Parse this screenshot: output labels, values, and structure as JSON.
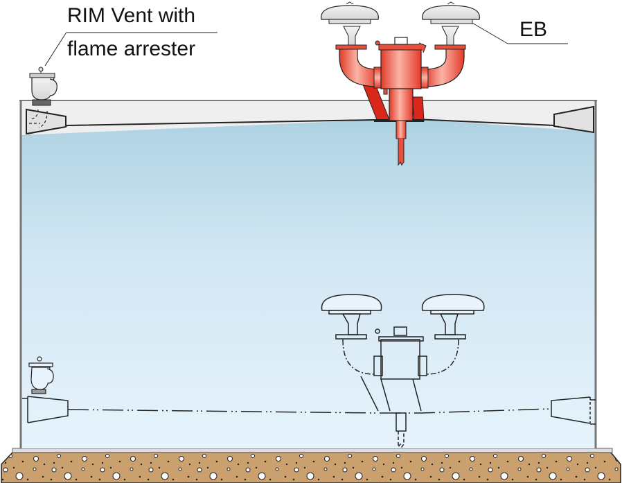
{
  "diagram": {
    "title": "Tank with floating roof and vent devices",
    "labels": {
      "rim_vent_line1": "RIM Vent with",
      "rim_vent_line2": "flame arrester",
      "eb": "EB"
    },
    "colors": {
      "liquid_top": "#a9cfe0",
      "liquid_bottom": "#e3f1fb",
      "roof": "#eeeeee",
      "vent_red": "#e43a2a",
      "vent_red_light": "#f8a898",
      "vent_grey": "#e4e4e4",
      "foundation": "#c9a06e",
      "outline": "#222222"
    },
    "states": [
      {
        "name": "roof-raised",
        "description": "Floating roof at high liquid level with emergency vent (EB) shown in red"
      },
      {
        "name": "roof-lowered",
        "description": "Floating roof at low level shown as dash-dot outline"
      }
    ]
  }
}
